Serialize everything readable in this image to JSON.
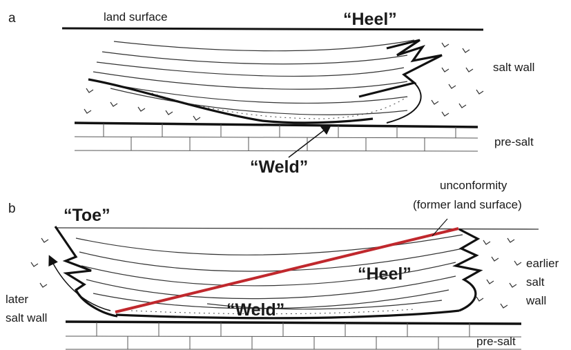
{
  "panel_a": {
    "letter": "a",
    "land_surface": "land surface",
    "heel": "“Heel”",
    "salt_wall": "salt wall",
    "pre_salt": "pre-salt",
    "weld": "“Weld”"
  },
  "panel_b": {
    "letter": "b",
    "toe": "“Toe”",
    "unconformity_line1": "unconformity",
    "unconformity_line2": "(former land surface)",
    "heel": "“Heel”",
    "weld": "“Weld”",
    "earlier_salt_wall_line1": "earlier",
    "earlier_salt_wall_line2": "salt",
    "earlier_salt_wall_line3": "wall",
    "later_salt_wall_line1": "later",
    "later_salt_wall_line2": "salt wall",
    "pre_salt": "pre-salt"
  },
  "colors": {
    "ink": "#111111",
    "unconformity": "#c0282d"
  }
}
